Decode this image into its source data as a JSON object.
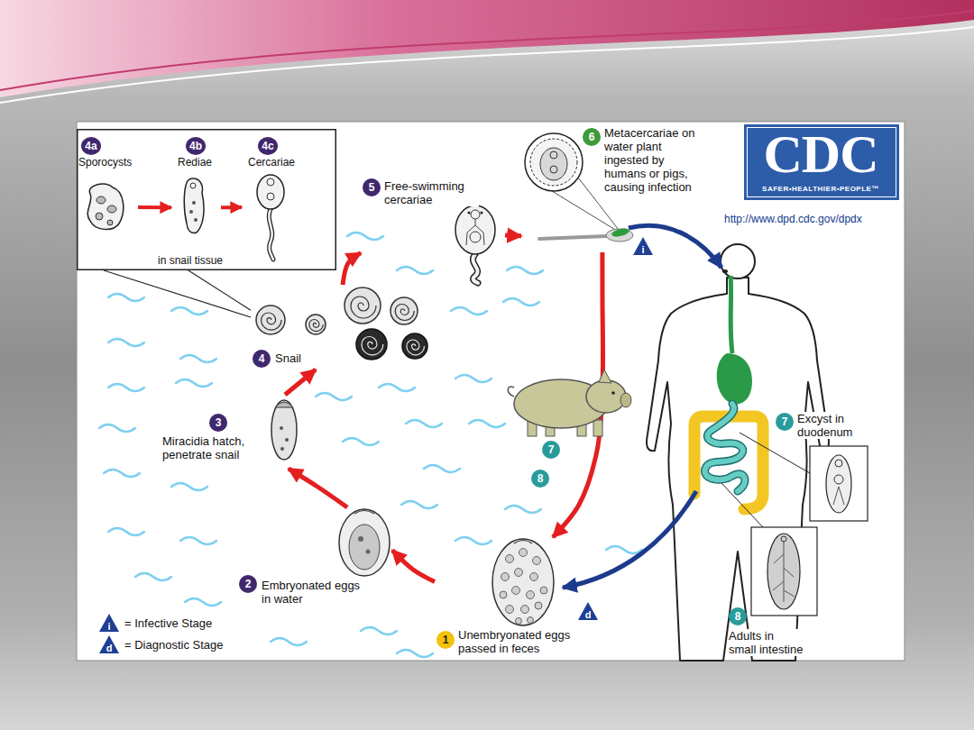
{
  "diagram": {
    "nodes": [
      {
        "text": [
          "in snail tissue"
        ]
      },
      {
        "text": [
          "4a",
          "Sporocysts"
        ],
        "in": 0
      },
      {
        "text": [
          "4b",
          "Rediae"
        ],
        "in": 0
      },
      {
        "text": [
          "4c",
          "Cercariae"
        ],
        "in": 0
      },
      {
        "text": [
          "5",
          "Free-swimming cercariae"
        ]
      },
      {
        "text": [
          "6",
          "Metacercariae on water plant ingested by humans or pigs, causing infection"
        ]
      },
      {
        "text": [
          "CDC",
          "SAFER•HEALTHIER•PEOPLE™"
        ]
      },
      {
        "text": [
          "4",
          "Snail"
        ]
      },
      {
        "text": [
          "3",
          "Miracidia hatch, penetrate snail"
        ]
      },
      {
        "text": [
          "7",
          "Excyst in duodenum"
        ]
      },
      {
        "text": [
          "8",
          "Adults in small intestine"
        ]
      },
      {
        "text": [
          "2",
          "Embryonated eggs in water"
        ]
      },
      {
        "text": [
          "1",
          "Unembryonated eggs passed in feces"
        ]
      }
    ],
    "edges": [
      {
        "from": 1,
        "to": 2,
        "arrow": "to"
      },
      {
        "from": 2,
        "to": 3,
        "arrow": "to"
      },
      {
        "from": 0,
        "to": 7,
        "arrow": "none"
      },
      {
        "from": 0,
        "to": 7,
        "arrow": "none"
      },
      {
        "from": 7,
        "to": 4,
        "arrow": "to"
      },
      {
        "from": 4,
        "to": 5,
        "arrow": "to"
      },
      {
        "from": 5,
        "to": 12,
        "arrow": "to"
      },
      {
        "from": 12,
        "to": 11,
        "arrow": "to"
      },
      {
        "from": 11,
        "to": 8,
        "arrow": "to"
      },
      {
        "from": 8,
        "to": 7,
        "arrow": "to"
      }
    ],
    "labels": [
      "http://www.dpd.cdc.gov/dpdx",
      "i",
      "7",
      "8",
      "d",
      "i",
      "d"
    ],
    "legend": [
      {
        "text": "= Infective Stage"
      },
      {
        "text": "= Diagnostic Stage"
      }
    ]
  }
}
